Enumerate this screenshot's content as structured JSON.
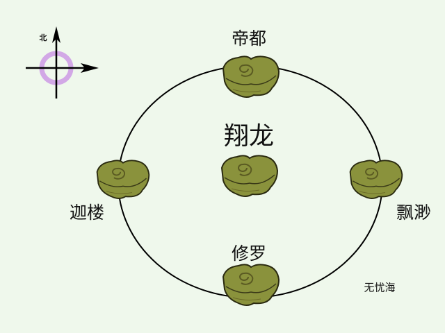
{
  "compass": {
    "north_label": "北"
  },
  "center": {
    "name": "翔龙"
  },
  "islands": [
    {
      "name": "帝都"
    },
    {
      "name": "迦楼"
    },
    {
      "name": "飘渺"
    },
    {
      "name": "修罗"
    }
  ],
  "sea": {
    "name": "无忧海"
  },
  "colors": {
    "background": "#eff8ec",
    "island": "#8a923c",
    "compass_ring": "#d2a8e6"
  }
}
